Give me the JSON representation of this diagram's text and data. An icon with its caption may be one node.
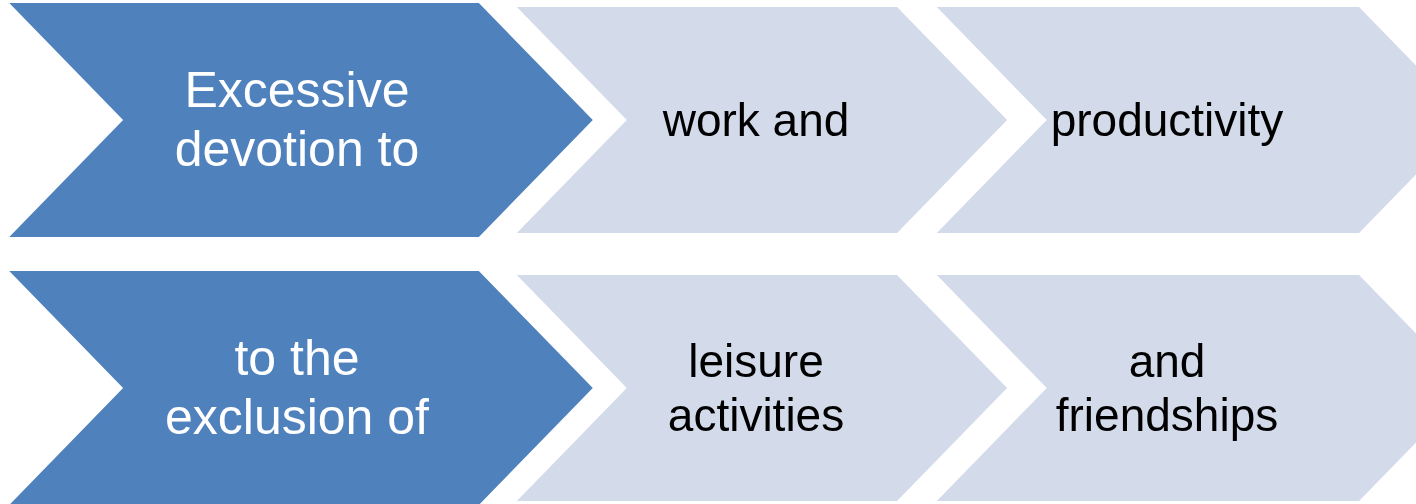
{
  "diagram": {
    "nodes": [
      {
        "text": [
          "Excessive devotion to"
        ]
      },
      {
        "text": [
          "work and"
        ]
      },
      {
        "text": [
          "productivity"
        ]
      },
      {
        "text": [
          "to the exclusion of"
        ]
      },
      {
        "text": [
          "leisure activities"
        ]
      },
      {
        "text": [
          "and friendships"
        ]
      }
    ]
  }
}
